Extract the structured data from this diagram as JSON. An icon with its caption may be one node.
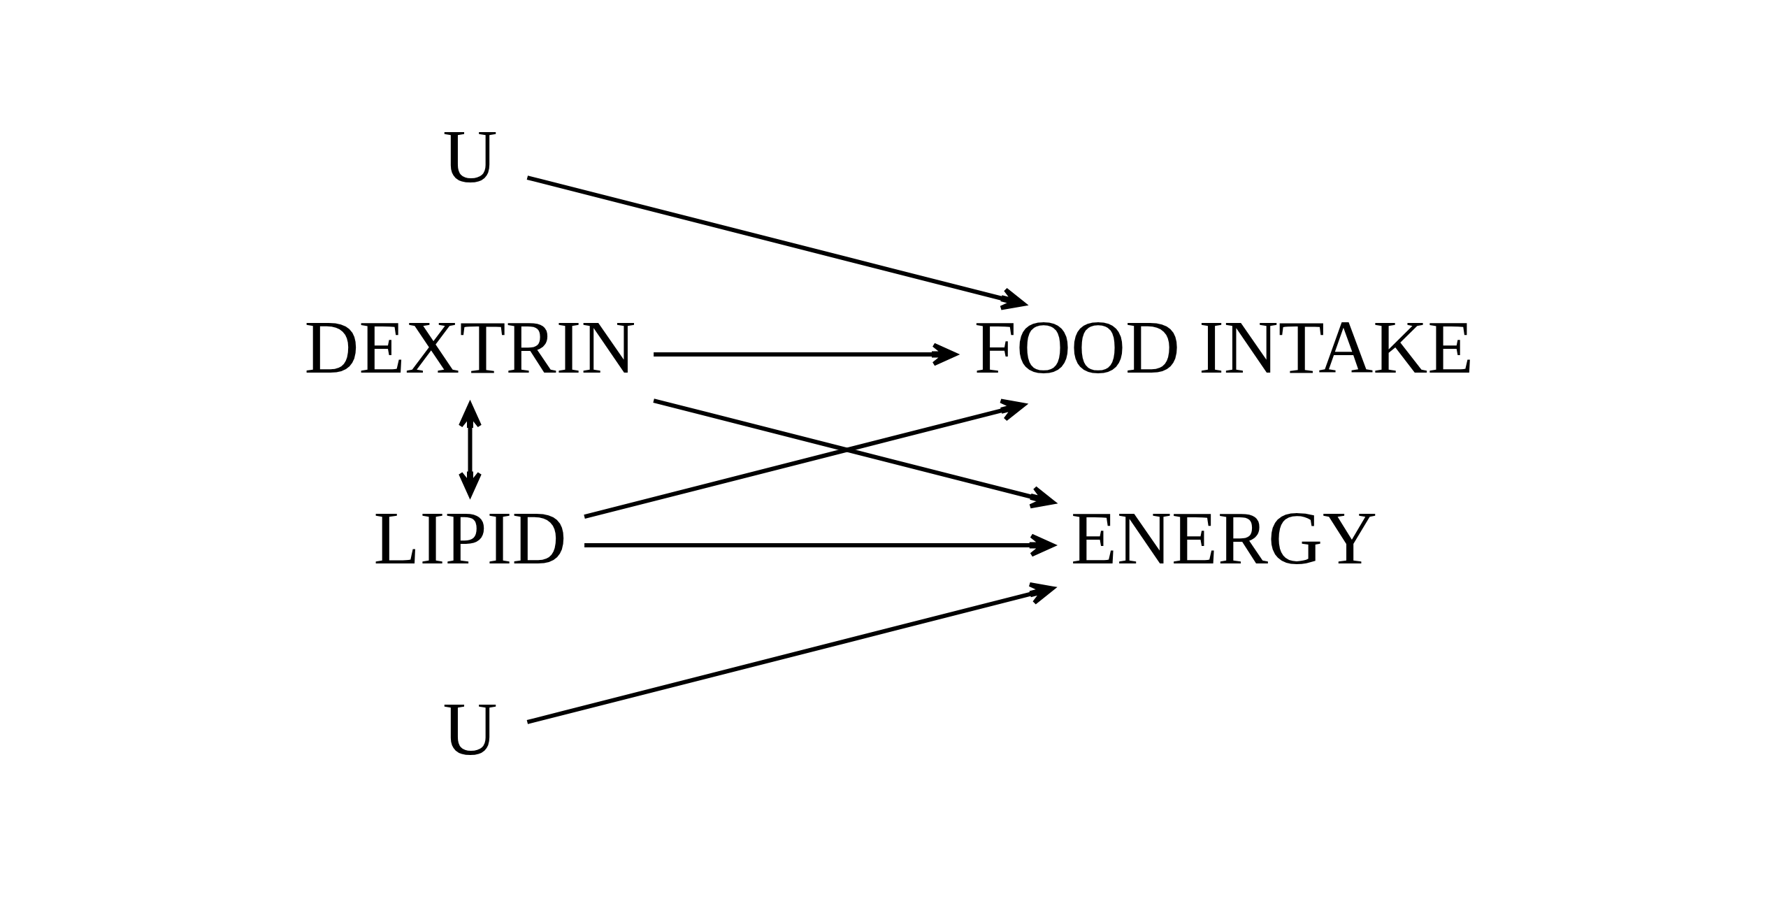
{
  "diagram": {
    "nodes": [
      {
        "text": [
          "U"
        ]
      },
      {
        "text": [
          "DEXTRIN"
        ]
      },
      {
        "text": [
          "FOOD INTAKE"
        ]
      },
      {
        "text": [
          "LIPID"
        ]
      },
      {
        "text": [
          "ENERGY"
        ]
      },
      {
        "text": [
          "U"
        ]
      }
    ],
    "edges": [
      {
        "from": 0,
        "to": 2,
        "arrow": "to"
      },
      {
        "from": 1,
        "to": 2,
        "arrow": "to"
      },
      {
        "from": 1,
        "to": 4,
        "arrow": "to"
      },
      {
        "from": 3,
        "to": 2,
        "arrow": "to"
      },
      {
        "from": 3,
        "to": 4,
        "arrow": "to"
      },
      {
        "from": 5,
        "to": 4,
        "arrow": "to"
      },
      {
        "from": 1,
        "to": 3,
        "arrow": "both"
      }
    ]
  }
}
